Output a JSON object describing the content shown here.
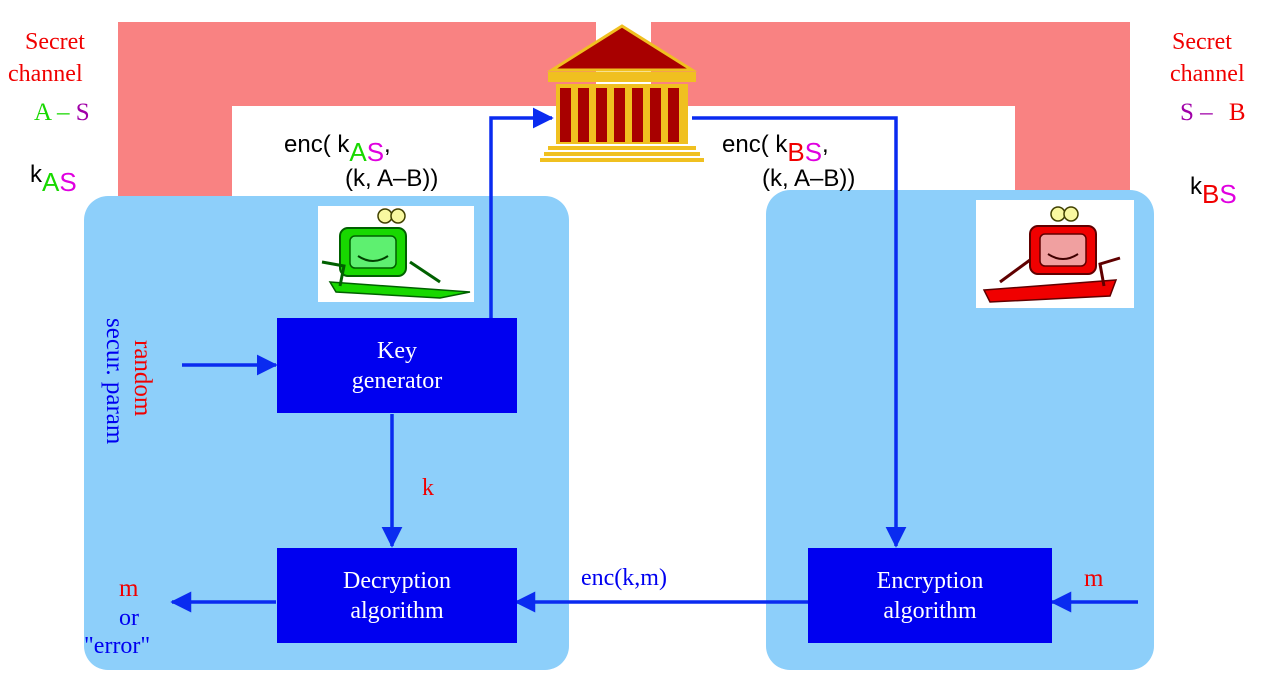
{
  "left_channel": {
    "title_line1": "Secret",
    "title_line2": "channel",
    "party_a": "A",
    "dash": "–",
    "party_s": "S",
    "key_base": "k",
    "key_sub_a": "A",
    "key_sub_s": "S"
  },
  "right_channel": {
    "title_line1": "Secret",
    "title_line2": "channel",
    "party_s": "S",
    "dash": "–",
    "party_b": "B",
    "key_base": "k",
    "key_sub_b": "B",
    "key_sub_s": "S"
  },
  "msg_to_a": {
    "prefix": "enc( k",
    "sub_a": "A",
    "sub_s": "S",
    "suffix": ",",
    "line2": "(k, A–B))"
  },
  "msg_to_b": {
    "prefix": "enc( k",
    "sub_b": "B",
    "sub_s": "S",
    "suffix": ",",
    "line2": "(k, A–B))"
  },
  "side_labels": {
    "random": "random",
    "secur_param": "secur. param"
  },
  "boxes": {
    "keygen_line1": "Key",
    "keygen_line2": "generator",
    "decrypt_line1": "Decryption",
    "decrypt_line2": "algorithm",
    "encrypt_line1": "Encryption",
    "encrypt_line2": "algorithm"
  },
  "arrow_labels": {
    "k": "k",
    "enc_km": "enc(k,m)",
    "m_in": "m"
  },
  "output": {
    "line1": "m",
    "line2": "or",
    "line3": "\"error\""
  },
  "colors": {
    "channel": "#f98282",
    "panel": "#8dcffa",
    "box": "#0000f0",
    "arrow": "#0a2bf0",
    "red": "#f00000",
    "green": "#18d800",
    "purple": "#a000a8",
    "magenta": "#e000e0",
    "bank": "#a80000",
    "bank_gold": "#f0c020"
  },
  "icons": {
    "bank": "bank-building-icon",
    "alice": "green-computer-user-icon",
    "bob": "red-computer-user-icon"
  }
}
